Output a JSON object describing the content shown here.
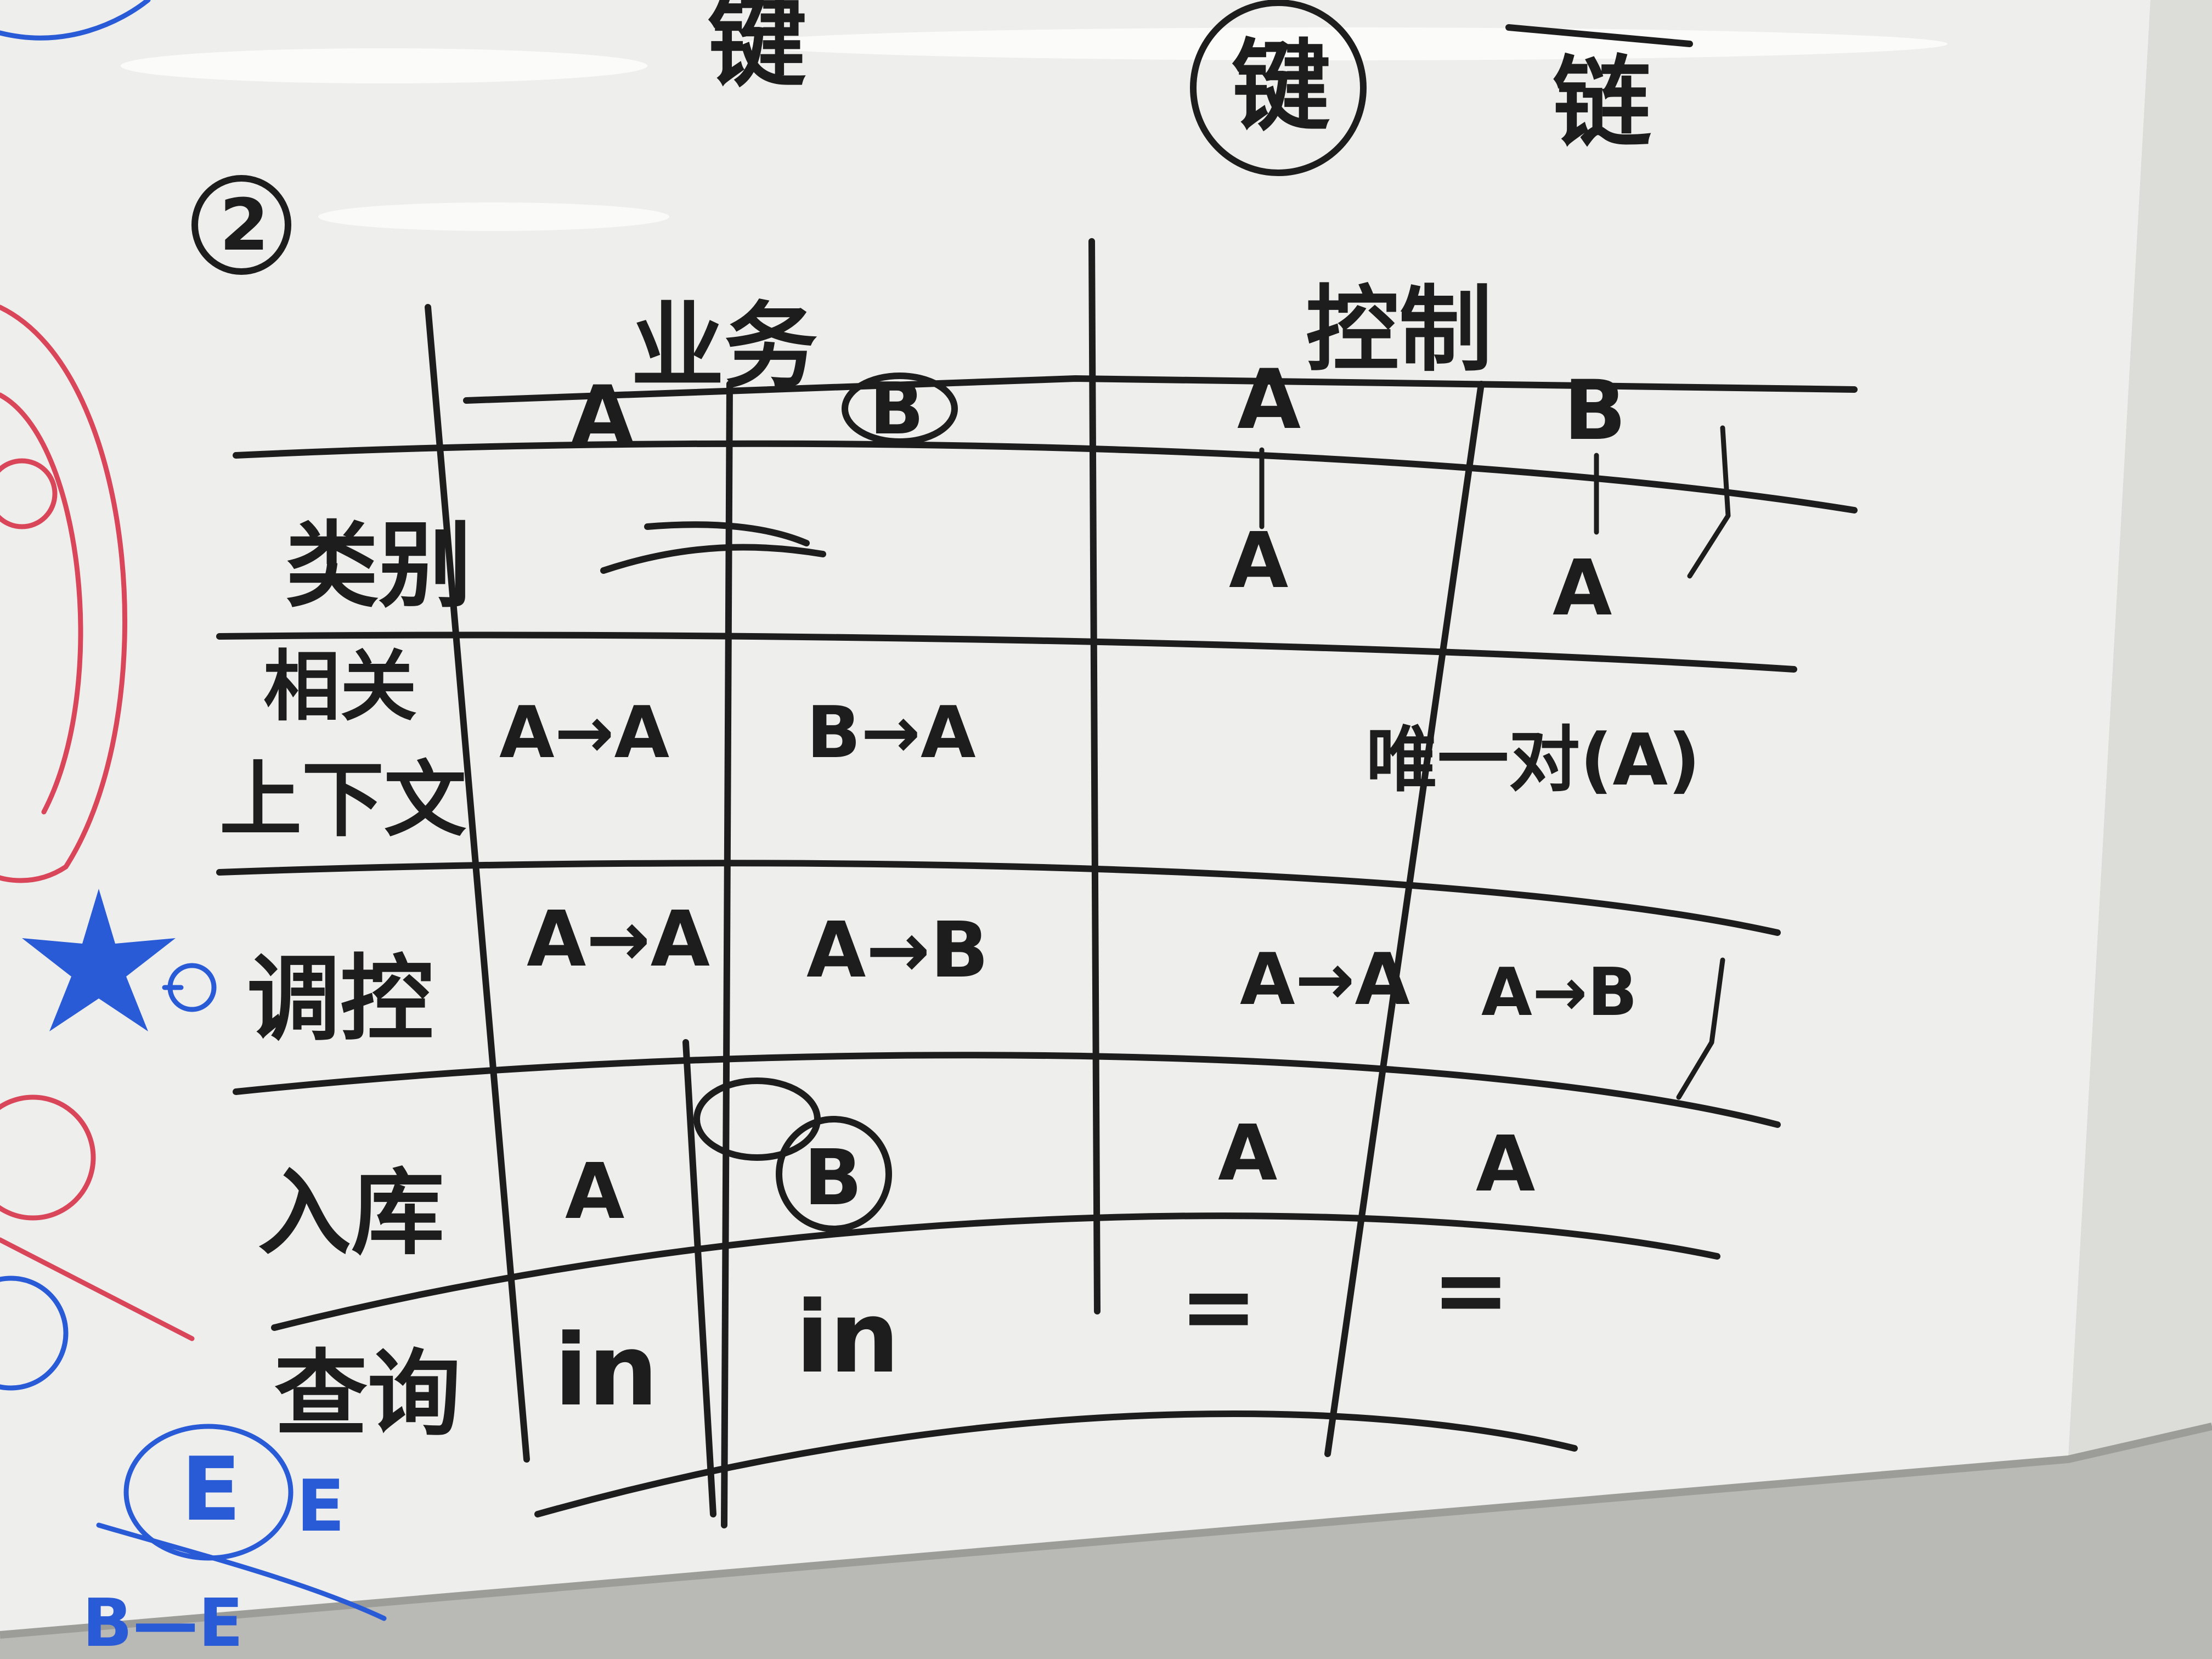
{
  "colors": {
    "board": "#eeeeec",
    "ink_black": "#1d1d1d",
    "ink_blue": "#2a5bd7",
    "ink_red": "#d9465a",
    "wall": "#b9b9b6"
  },
  "top_fragments": {
    "left": "键",
    "circled": "键",
    "right": "链"
  },
  "section_marker": "2",
  "table": {
    "group_headers": [
      "业务",
      "控制"
    ],
    "sub_headers": [
      "A",
      "B",
      "A",
      "B"
    ],
    "control_a_bottom": "A",
    "control_b_bottom": "A",
    "rows": [
      {
        "label": "类别",
        "cells": [
          "",
          "",
          "",
          ""
        ]
      },
      {
        "label_top": "相关",
        "label_bottom": "上下文",
        "cells": [
          "A→A",
          "B→A",
          "唯一对(A)",
          ""
        ]
      },
      {
        "label": "调控",
        "cells": [
          "A→A",
          "A→B",
          "A→A",
          "A→B"
        ]
      },
      {
        "label": "入库",
        "cells": [
          "A",
          "B",
          "A",
          "A"
        ]
      },
      {
        "label": "查询",
        "cells": [
          "in",
          "in",
          "=",
          "="
        ]
      }
    ]
  },
  "left_margin": {
    "blue_letter_circled": "E",
    "blue_letter_tail": "E",
    "blue_bottom": "B—E"
  },
  "icons": {
    "star": "star-icon",
    "circle_marker": "circle-icon"
  }
}
